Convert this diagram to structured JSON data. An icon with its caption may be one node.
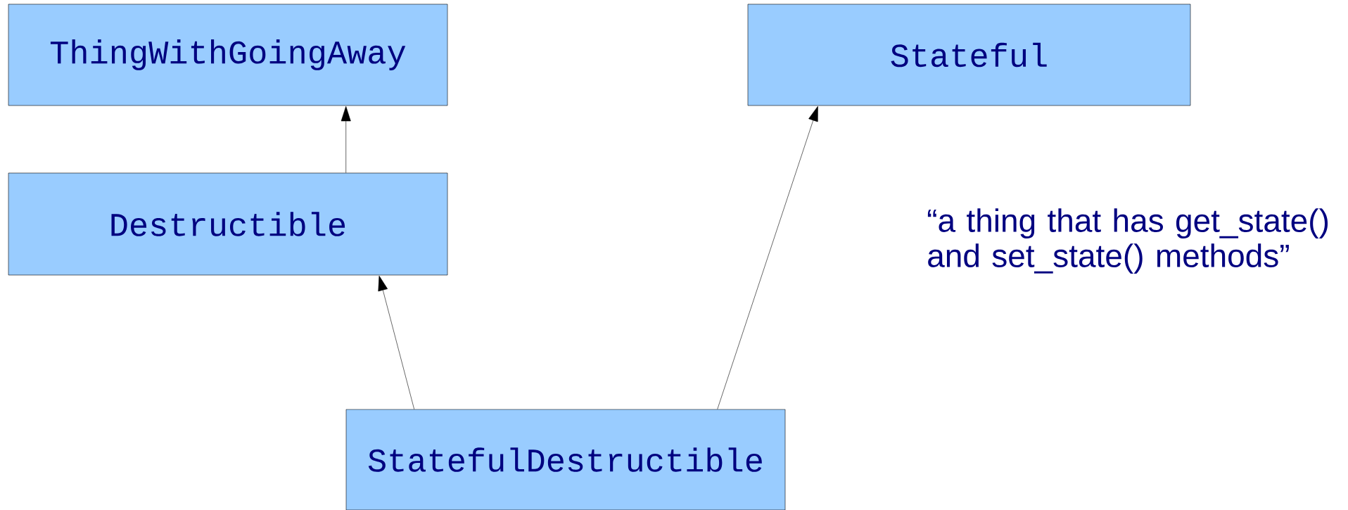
{
  "diagram": {
    "nodes": [
      {
        "text": [
          "ThingWithGoingAway"
        ]
      },
      {
        "text": [
          "Stateful"
        ]
      },
      {
        "text": [
          "Destructible"
        ]
      },
      {
        "text": [
          "StatefulDestructible"
        ]
      }
    ],
    "edges": [
      {
        "from": 2,
        "to": 0,
        "arrow": "to"
      },
      {
        "from": 3,
        "to": 2,
        "arrow": "to"
      },
      {
        "from": 3,
        "to": 1,
        "arrow": "to"
      }
    ],
    "labels": [
      "“a thing that has get_state() and set_state() methods”"
    ]
  }
}
